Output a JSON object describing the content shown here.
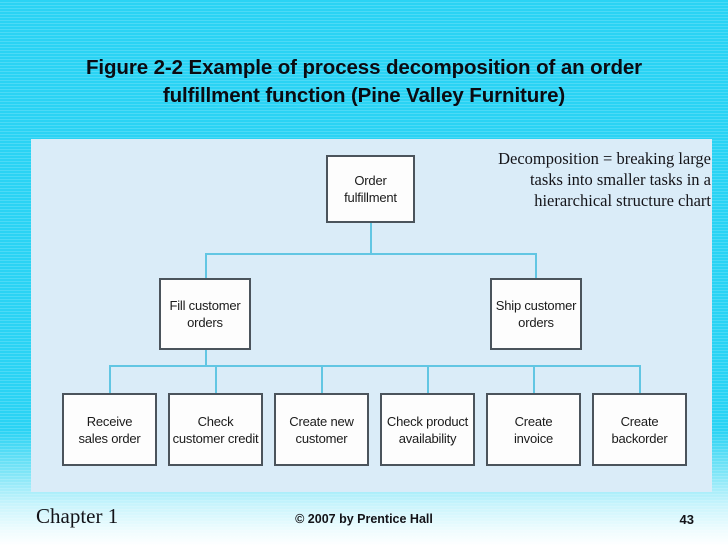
{
  "slide": {
    "title": "Figure 2-2 Example of process decomposition of an order fulfillment function (Pine Valley Furniture)",
    "background_color": "#2ad3f4",
    "panel_color": "#daecf8"
  },
  "annotation": {
    "text": "Decomposition = breaking large tasks into smaller tasks in a hierarchical structure chart"
  },
  "chart_data": {
    "type": "diagram",
    "diagram_kind": "hierarchical structure chart / process decomposition",
    "title": "Figure 2-2 Example of process decomposition of an order fulfillment function (Pine Valley Furniture)",
    "box_border_color": "#4b545c",
    "box_fill_color": "#fdfdfd",
    "connector_color": "#62c6e3",
    "levels": [
      {
        "level": 0,
        "nodes": [
          {
            "id": "order-fulfillment",
            "label": "Order fulfillment",
            "line1": "Order",
            "line2": "fulfillment"
          }
        ]
      },
      {
        "level": 1,
        "nodes": [
          {
            "id": "fill-customer-orders",
            "label": "Fill customer orders",
            "line1": "Fill customer",
            "line2": "orders",
            "parent": "order-fulfillment"
          },
          {
            "id": "ship-customer-orders",
            "label": "Ship customer orders",
            "line1": "Ship customer",
            "line2": "orders",
            "parent": "order-fulfillment"
          }
        ]
      },
      {
        "level": 2,
        "nodes": [
          {
            "id": "receive-sales-order",
            "label": "Receive sales order",
            "line1": "Receive",
            "line2": "sales order",
            "parent": "fill-customer-orders"
          },
          {
            "id": "check-customer-credit",
            "label": "Check customer credit",
            "line1": "Check",
            "line2": "customer credit",
            "parent": "fill-customer-orders"
          },
          {
            "id": "create-new-customer",
            "label": "Create new customer",
            "line1": "Create new",
            "line2": "customer",
            "parent": "fill-customer-orders"
          },
          {
            "id": "check-product-availability",
            "label": "Check product availability",
            "line1": "Check product",
            "line2": "availability",
            "parent": "fill-customer-orders"
          },
          {
            "id": "create-invoice",
            "label": "Create invoice",
            "line1": "Create",
            "line2": "invoice",
            "parent": "fill-customer-orders"
          },
          {
            "id": "create-backorder",
            "label": "Create backorder",
            "line1": "Create",
            "line2": "backorder",
            "parent": "fill-customer-orders"
          }
        ]
      }
    ],
    "edges": [
      {
        "from": "order-fulfillment",
        "to": "fill-customer-orders"
      },
      {
        "from": "order-fulfillment",
        "to": "ship-customer-orders"
      },
      {
        "from": "fill-customer-orders",
        "to": "receive-sales-order"
      },
      {
        "from": "fill-customer-orders",
        "to": "check-customer-credit"
      },
      {
        "from": "fill-customer-orders",
        "to": "create-new-customer"
      },
      {
        "from": "fill-customer-orders",
        "to": "check-product-availability"
      },
      {
        "from": "fill-customer-orders",
        "to": "create-invoice"
      },
      {
        "from": "fill-customer-orders",
        "to": "create-backorder"
      }
    ],
    "annotation": "Decomposition = breaking large tasks into smaller tasks in a hierarchical structure chart"
  },
  "footer": {
    "chapter": "Chapter 1",
    "copyright": "© 2007 by Prentice Hall",
    "page_number": "43"
  }
}
